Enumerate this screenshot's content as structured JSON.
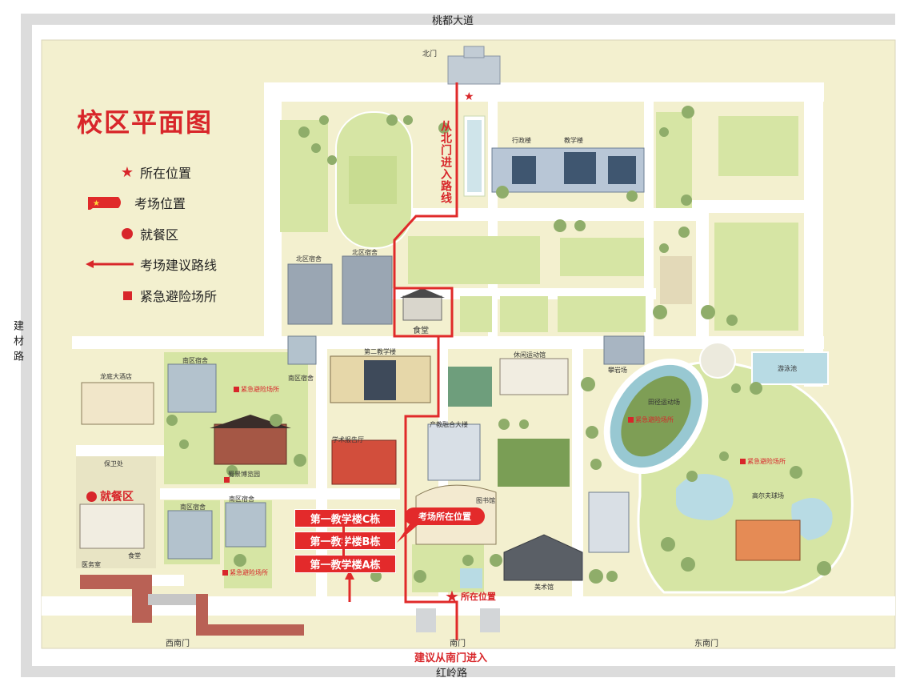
{
  "map": {
    "title": "校区平面图",
    "roads": {
      "north": "桃都大道",
      "south": "红岭路",
      "west": "建材路"
    },
    "gates": {
      "north": "北门",
      "south": "南门",
      "southwest": "西南门",
      "southeast": "东南门"
    },
    "legend": [
      {
        "icon": "star-icon",
        "label": "所在位置"
      },
      {
        "icon": "flag-marker-icon",
        "label": "考场位置"
      },
      {
        "icon": "dot-icon",
        "label": "就餐区"
      },
      {
        "icon": "arrow-left-icon",
        "label": "考场建议路线"
      },
      {
        "icon": "square-icon",
        "label": "紧急避险场所"
      }
    ],
    "route": {
      "north_text": "从北门进入路线",
      "south_text": "建议从南门进入"
    },
    "buildings": {
      "admin": "行政楼",
      "teaching": "教学楼",
      "north_dorm1": "北区宿舍",
      "north_dorm2": "北区宿舍",
      "canteen_north": "食堂",
      "second_teaching": "第二教学楼",
      "leisure_gym": "休闲运动馆",
      "rock_field": "攀岩场",
      "swimming": "游泳池",
      "track": "田径运动场",
      "golf": "高尔夫球场",
      "hotel": "龙庭大酒店",
      "south_dorm1": "南区宿舍",
      "south_dorm2": "南区宿舍",
      "south_dorm3": "南区宿舍",
      "south_dorm4": "南区宿舍",
      "museum": "蜀景博览园",
      "academic_hall": "学术报告厅",
      "industry_building": "产教融合大楼",
      "library": "图书馆",
      "art_museum": "美术馆",
      "security": "保卫处",
      "canteen_south": "食堂",
      "clinic": "医务室"
    },
    "exam_buildings": [
      "第一教学楼C栋",
      "第一教学楼B栋",
      "第一教学楼A栋"
    ],
    "exam_location_label": "考场所在位置",
    "current_location_label": "所在位置",
    "dining_label": "就餐区",
    "emergency_label": "紧急避险场所",
    "colors": {
      "accent_red": "#d8262a",
      "campus_bg": "#f3f0cf",
      "grass": "#d6e5a4",
      "road": "#ffffff"
    }
  }
}
